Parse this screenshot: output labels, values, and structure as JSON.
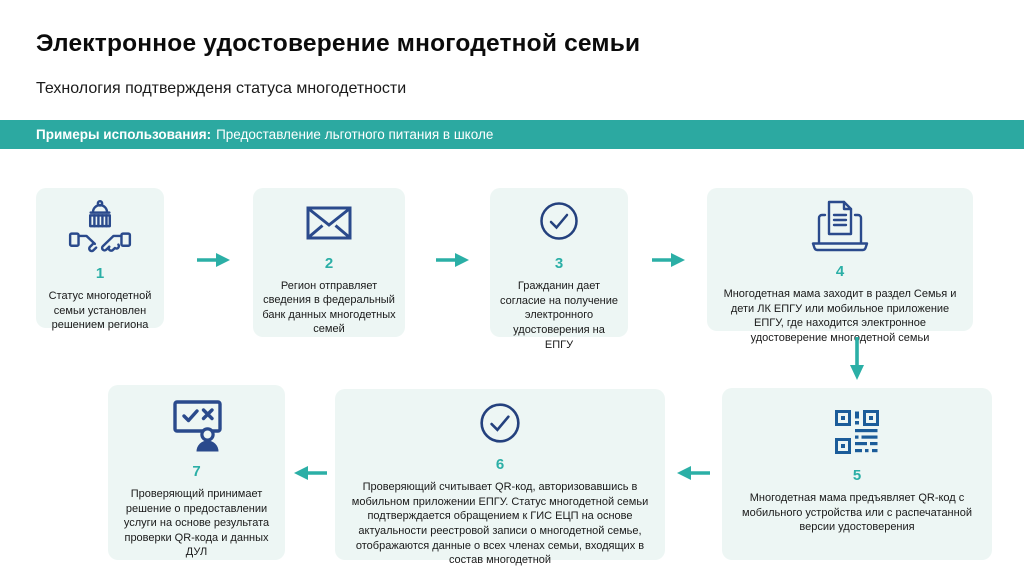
{
  "page": {
    "title": "Электронное удостоверение многодетной семьи",
    "subtitle": "Технология подтверждeня статуса многодетности"
  },
  "banner": {
    "label_bold": "Примеры использования:",
    "label_text": "Предоставление льготного питания в школе"
  },
  "colors": {
    "accent_teal": "#2BAFA6",
    "banner_teal": "#2CA9A1",
    "icon_navy": "#2A4A8C",
    "qr_blue": "#1B5C99",
    "card_bg": "#EDF6F4"
  },
  "steps": [
    {
      "number": "1",
      "icon": "government-handshake-icon",
      "text": "Статус многодетной семьи установлен решением региона"
    },
    {
      "number": "2",
      "icon": "envelope-icon",
      "text": "Регион отправляет сведения в федеральный банк данных многодетных семей"
    },
    {
      "number": "3",
      "icon": "check-circle-icon",
      "text": "Гражданин дает согласие на получение электронного удостоверения на ЕПГУ"
    },
    {
      "number": "4",
      "icon": "laptop-document-icon",
      "text": "Многодетная мама заходит в раздел Семья и дети ЛК ЕПГУ или мобильное приложение ЕПГУ, где находится электронное удостоверение многодетной семьи"
    },
    {
      "number": "5",
      "icon": "qr-code-icon",
      "text": "Многодетная мама предъявляет QR-код с мобильного устройства или с распечатанной версии удостоверения"
    },
    {
      "number": "6",
      "icon": "check-circle-icon",
      "text": "Проверяющий считывает QR-код, авторизовавшись в мобильном приложении ЕПГУ. Статус многодетной семьи подтверждается обращением к ГИС ЕЦП на основе актуальности реестровой записи о многодетной семье, отображаются данные о всех членах семьи, входящих в состав многодетной"
    },
    {
      "number": "7",
      "icon": "monitor-check-cross-person-icon",
      "text": "Проверяющий принимает решение о предоставлении услуги на основе результата проверки QR-кода и данных ДУЛ"
    }
  ]
}
